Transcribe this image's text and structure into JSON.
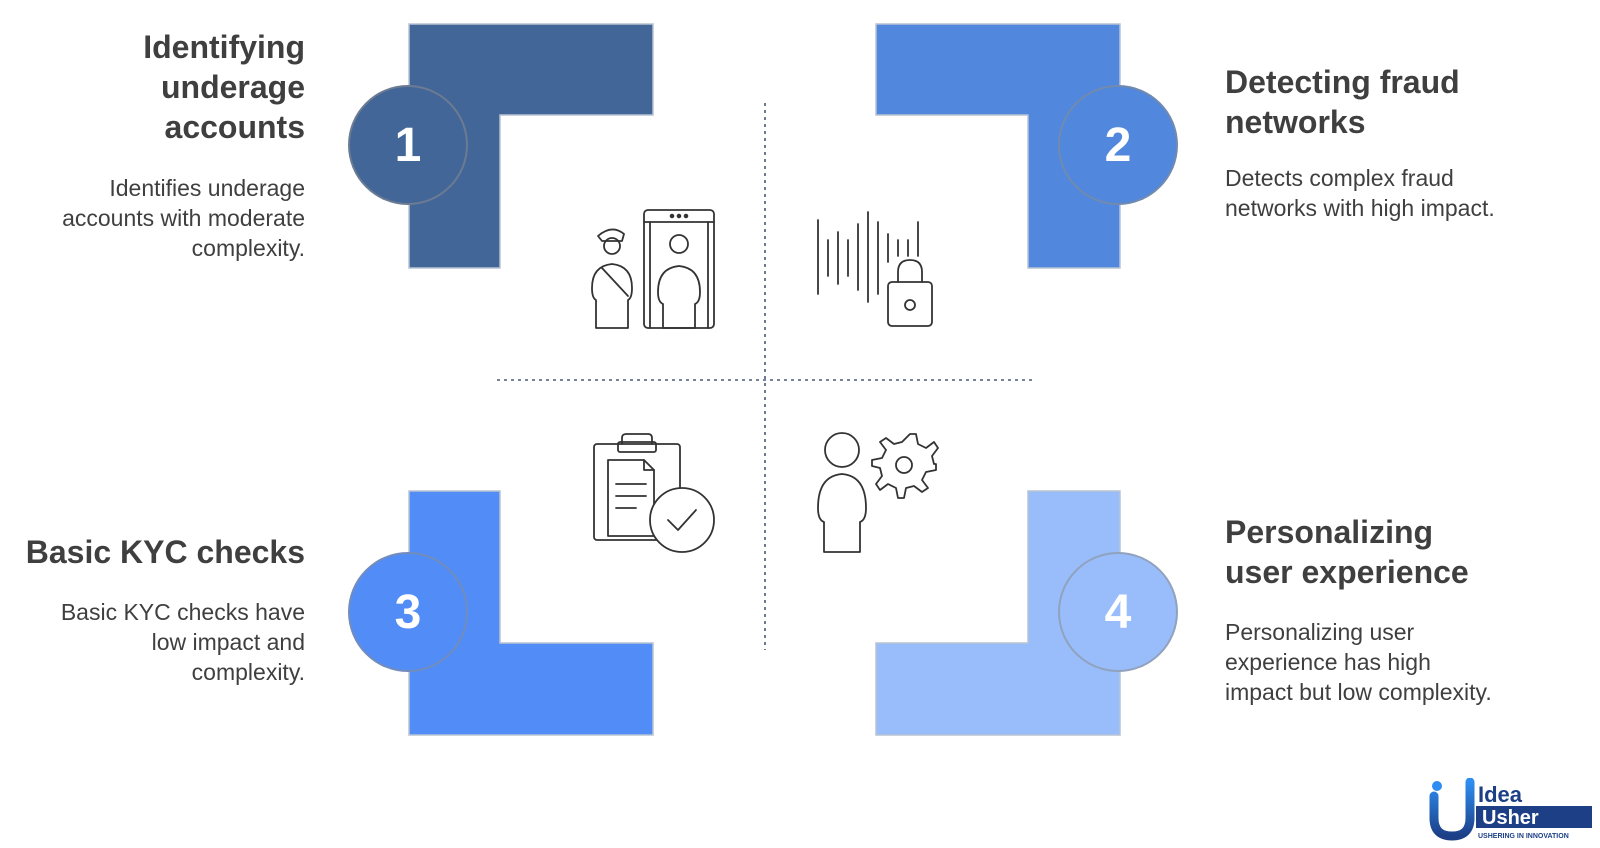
{
  "colors": {
    "q1": "#436699",
    "q2": "#5187dc",
    "q3": "#528cf6",
    "q4": "#98bdfa",
    "text": "#3f3f3f",
    "icon": "#333333"
  },
  "quadrants": [
    {
      "number": "1",
      "title_lines": [
        "Identifying",
        "underage",
        "accounts"
      ],
      "description_lines": [
        "Identifies underage",
        "accounts with moderate",
        "complexity."
      ],
      "icon": "security-guard-scanner-icon"
    },
    {
      "number": "2",
      "title_lines": [
        "Detecting fraud",
        "networks"
      ],
      "description_lines": [
        "Detects complex fraud",
        "networks with high impact."
      ],
      "icon": "voice-lock-icon"
    },
    {
      "number": "3",
      "title_lines": [
        "Basic KYC checks"
      ],
      "description_lines": [
        "Basic KYC checks have",
        "low impact and",
        "complexity."
      ],
      "icon": "clipboard-check-icon"
    },
    {
      "number": "4",
      "title_lines": [
        "Personalizing",
        "user experience"
      ],
      "description_lines": [
        "Personalizing user",
        "experience has high",
        "impact but low complexity."
      ],
      "icon": "user-gear-icon"
    }
  ],
  "logo": {
    "line1": "Idea",
    "line2": "Usher",
    "tagline": "USHERING IN INNOVATION"
  }
}
